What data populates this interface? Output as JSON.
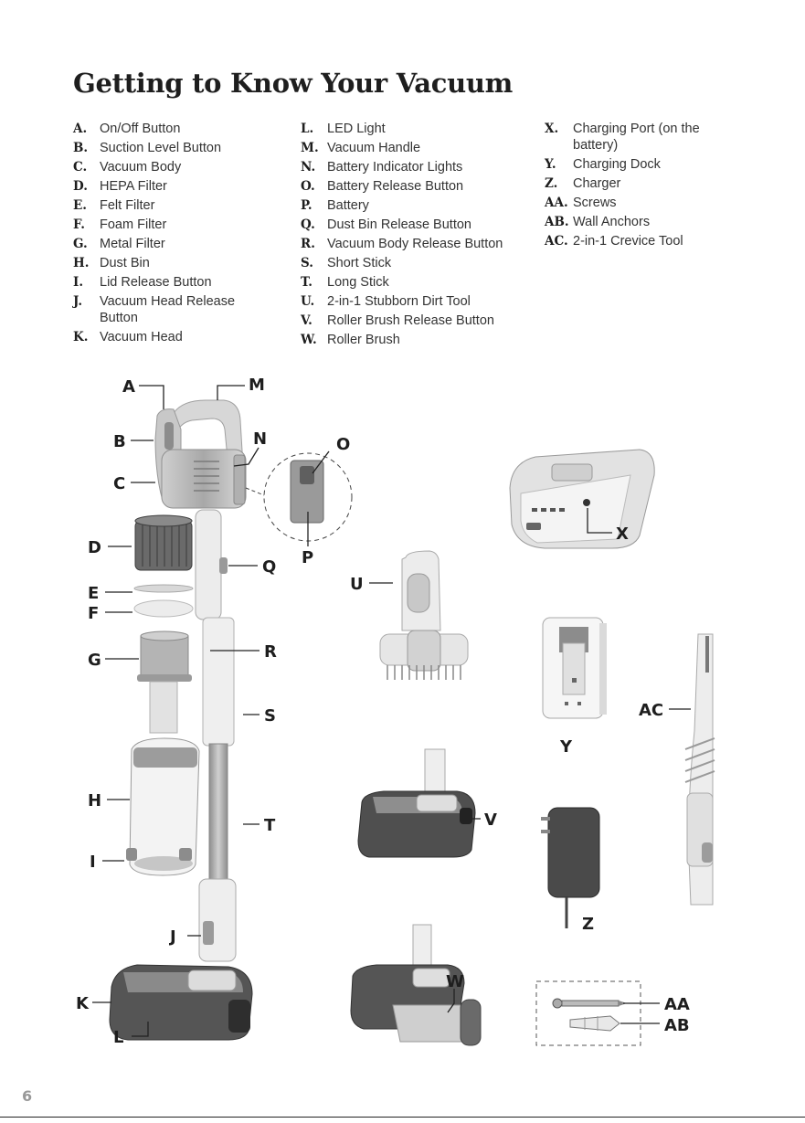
{
  "page": {
    "title": "Getting to Know Your Vacuum",
    "page_number": "6"
  },
  "parts_column_1": [
    {
      "letter": "A.",
      "name": "On/Off Button"
    },
    {
      "letter": "B.",
      "name": "Suction Level Button"
    },
    {
      "letter": "C.",
      "name": "Vacuum Body"
    },
    {
      "letter": "D.",
      "name": "HEPA Filter"
    },
    {
      "letter": "E.",
      "name": "Felt Filter"
    },
    {
      "letter": "F.",
      "name": "Foam Filter"
    },
    {
      "letter": "G.",
      "name": "Metal Filter"
    },
    {
      "letter": "H.",
      "name": "Dust Bin"
    },
    {
      "letter": "I.",
      "name": "Lid Release Button"
    },
    {
      "letter": "J.",
      "name": "Vacuum Head Release Button"
    },
    {
      "letter": "K.",
      "name": "Vacuum Head"
    }
  ],
  "parts_column_2": [
    {
      "letter": "L.",
      "name": "LED Light"
    },
    {
      "letter": "M.",
      "name": "Vacuum Handle"
    },
    {
      "letter": "N.",
      "name": "Battery Indicator Lights"
    },
    {
      "letter": "O.",
      "name": "Battery Release Button"
    },
    {
      "letter": "P.",
      "name": "Battery"
    },
    {
      "letter": "Q.",
      "name": "Dust Bin Release Button"
    },
    {
      "letter": "R.",
      "name": "Vacuum Body Release Button"
    },
    {
      "letter": "S.",
      "name": "Short Stick"
    },
    {
      "letter": "T.",
      "name": "Long Stick"
    },
    {
      "letter": "U.",
      "name": "2-in-1 Stubborn Dirt Tool"
    },
    {
      "letter": "V.",
      "name": "Roller Brush Release Button"
    },
    {
      "letter": "W.",
      "name": "Roller Brush"
    }
  ],
  "parts_column_3": [
    {
      "letter": "X.",
      "name": "Charging Port (on the battery)"
    },
    {
      "letter": "Y.",
      "name": "Charging Dock"
    },
    {
      "letter": "Z.",
      "name": "Charger"
    },
    {
      "letter": "AA.",
      "name": "Screws"
    },
    {
      "letter": "AB.",
      "name": "Wall Anchors"
    },
    {
      "letter": "AC.",
      "name": "2-in-1 Crevice Tool"
    }
  ],
  "callouts": {
    "A": "A",
    "B": "B",
    "C": "C",
    "D": "D",
    "E": "E",
    "F": "F",
    "G": "G",
    "H": "H",
    "I": "I",
    "J": "J",
    "K": "K",
    "L": "L",
    "M": "M",
    "N": "N",
    "O": "O",
    "P": "P",
    "Q": "Q",
    "R": "R",
    "S": "S",
    "T": "T",
    "U": "U",
    "V": "V",
    "W": "W",
    "X": "X",
    "Y": "Y",
    "Z": "Z",
    "AA": "AA",
    "AB": "AB",
    "AC": "AC"
  },
  "colors": {
    "body_gray": "#b9b9b9",
    "dark_gray": "#555555",
    "light_gray": "#e6e6e6",
    "line": "#222222"
  }
}
